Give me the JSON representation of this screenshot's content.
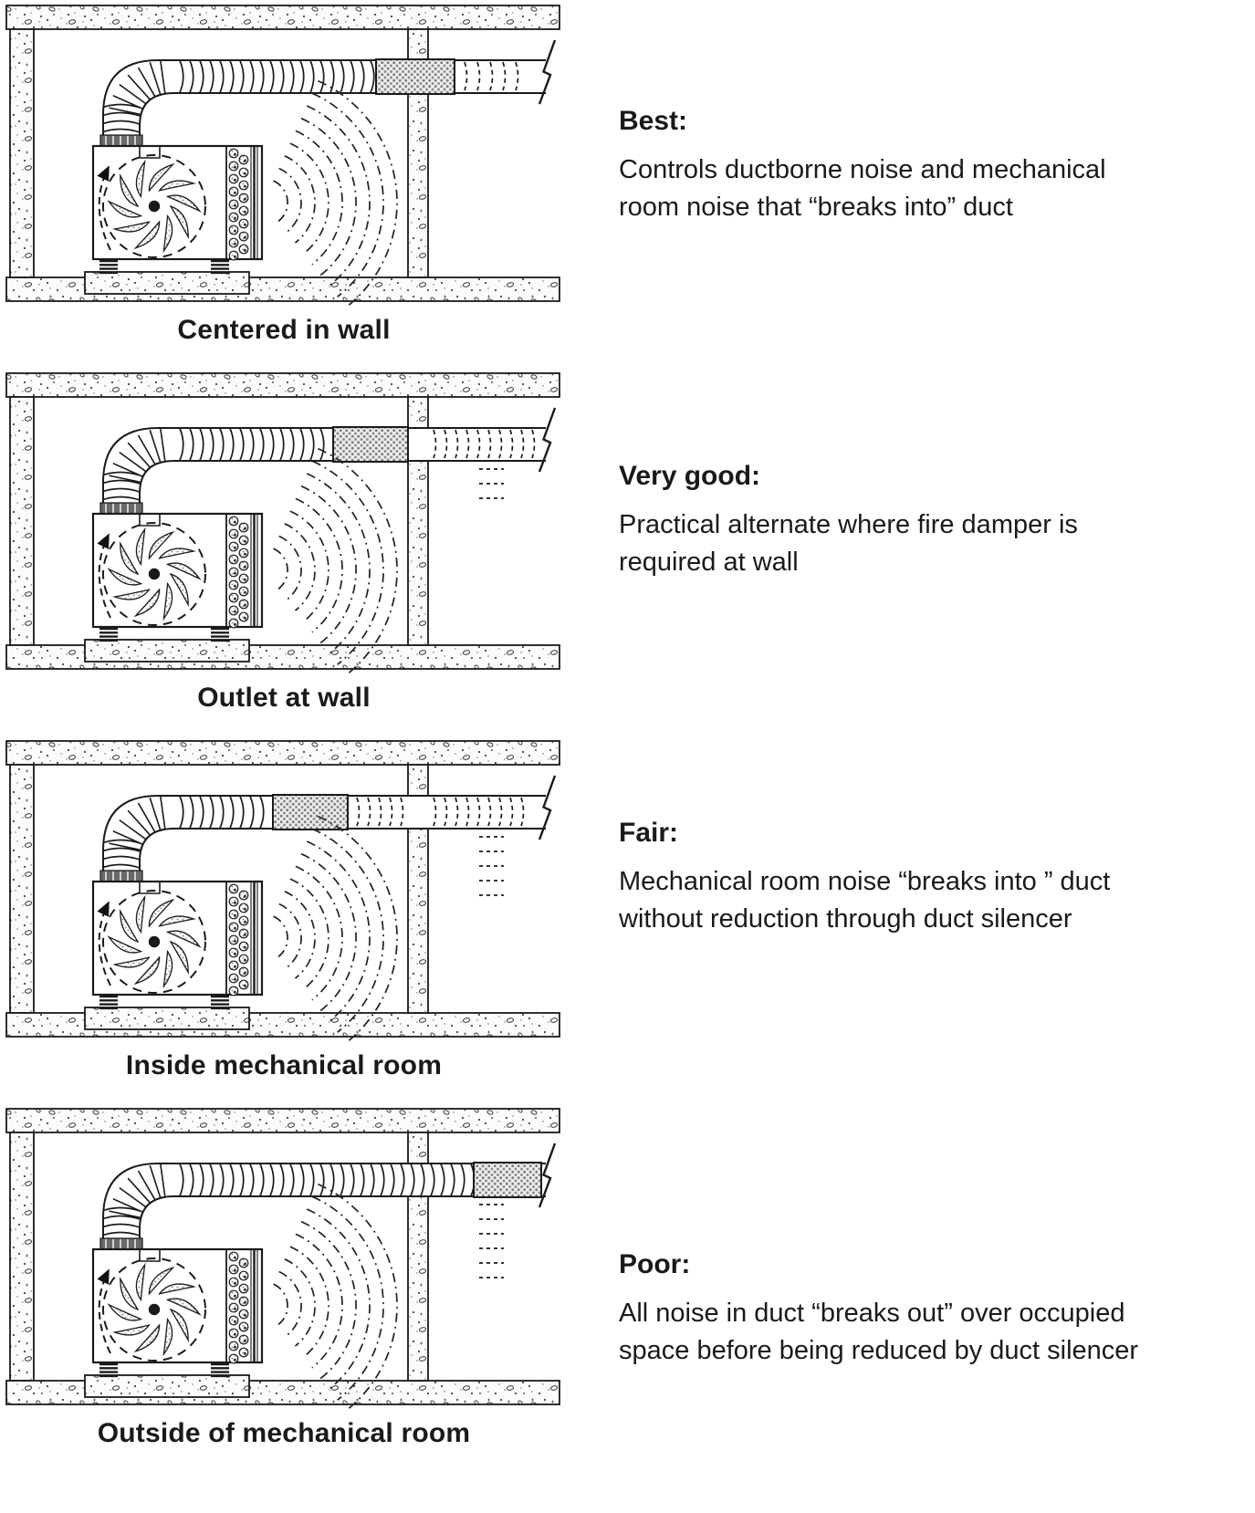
{
  "page": {
    "background": "#ffffff",
    "ink_color": "#1a1a1a"
  },
  "rows": [
    {
      "caption": "Centered in wall",
      "rating_label": "Best:",
      "description": "Controls ductborne noise and mechanical\nroom noise that “breaks into” duct",
      "silencer_position": "centered-in-wall"
    },
    {
      "caption": "Outlet at wall",
      "rating_label": "Very good:",
      "description": "Practical alternate where fire damper is\nrequired at wall",
      "silencer_position": "outlet-at-wall"
    },
    {
      "caption": "Inside mechanical room",
      "rating_label": "Fair:",
      "description": "Mechanical room noise “breaks into ” duct\nwithout reduction through duct silencer",
      "silencer_position": "inside-mechanical-room"
    },
    {
      "caption": "Outside of mechanical room",
      "rating_label": "Poor:",
      "description": "All noise in duct “breaks out” over occupied\nspace before being reduced by duct silencer",
      "silencer_position": "outside-of-mechanical-room"
    }
  ]
}
